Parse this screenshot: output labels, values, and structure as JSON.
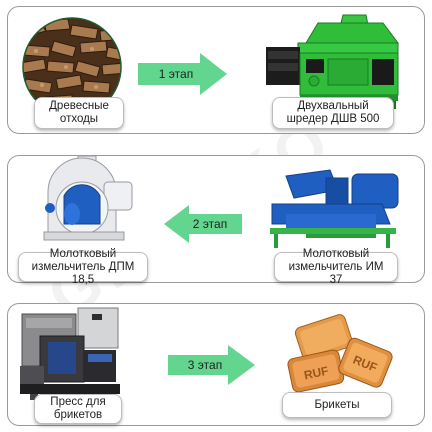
{
  "stages": [
    {
      "arrow_label": "1 этап",
      "left_label_line1": "Древесные",
      "left_label_line2": "отходы",
      "right_label_line1": "Двухвальный",
      "right_label_line2": "шредер ДШВ 500"
    },
    {
      "arrow_label": "2 этап",
      "left_label_line1": "Молотковый",
      "left_label_line2": "измельчитель ДПМ 18,5",
      "right_label_line1": "Молотковый",
      "right_label_line2": "измельчитель ИМ 37"
    },
    {
      "arrow_label": "3 этап",
      "left_label_line1": "Пресс для",
      "left_label_line2": "брикетов",
      "right_label_line1": "Брикеты",
      "right_label_line2": ""
    }
  ],
  "briquette_brand": "RUF",
  "colors": {
    "arrow_green": "#62d58f",
    "machine_green": "#2fbd3a",
    "hammer_blue": "#1f5fc2",
    "briquette_tan": "#d9883a"
  }
}
